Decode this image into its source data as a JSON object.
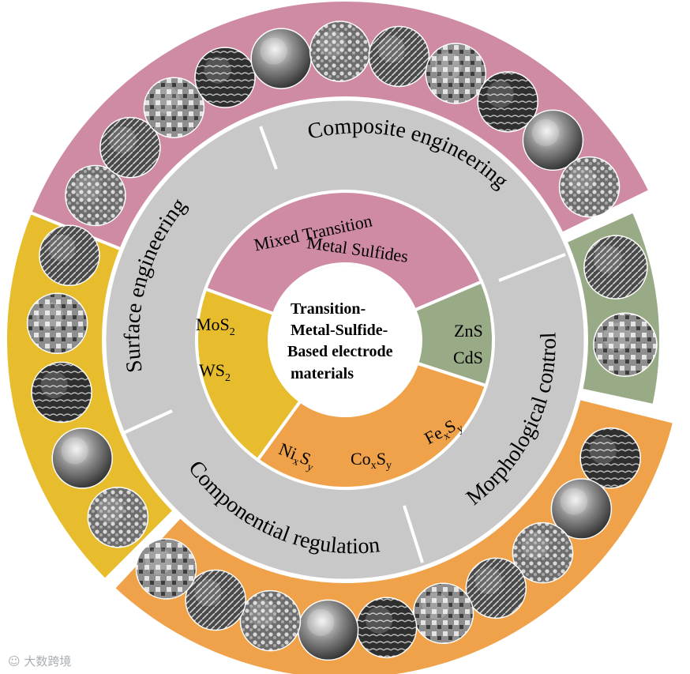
{
  "center": {
    "lines": [
      "Transition-",
      "Metal-Sulfide-",
      "Based electrode",
      "materials"
    ]
  },
  "inner_ring": {
    "mixed": [
      "Mixed Transition",
      "Metal Sulfides"
    ],
    "mos2": "MoS",
    "mos2_sub": "2",
    "ws2": "WS",
    "ws2_sub": "2",
    "zns": "ZnS",
    "cds": "CdS",
    "nixsy": {
      "a": "Ni",
      "b": "x",
      "c": "S",
      "d": "y"
    },
    "coxsy": {
      "a": "Co",
      "b": "x",
      "c": "S",
      "d": "y"
    },
    "fexsy": {
      "a": "Fe",
      "b": "x",
      "c": "S",
      "d": "y"
    }
  },
  "middle_ring": {
    "surface": "Surface engineering",
    "composite": "Composite engineering",
    "morphological": "Morphological control",
    "componential": "Componential regulation"
  },
  "watermark": "大数跨境",
  "colors": {
    "pink": "#cf8aa4",
    "yellow": "#e7bd2e",
    "green": "#98aa86",
    "orange": "#f0a24a",
    "gray": "#c8c8c8"
  },
  "thumbnails": {
    "top_count": 11,
    "left_count": 5,
    "right_count": 2,
    "bottom_count": 10
  }
}
